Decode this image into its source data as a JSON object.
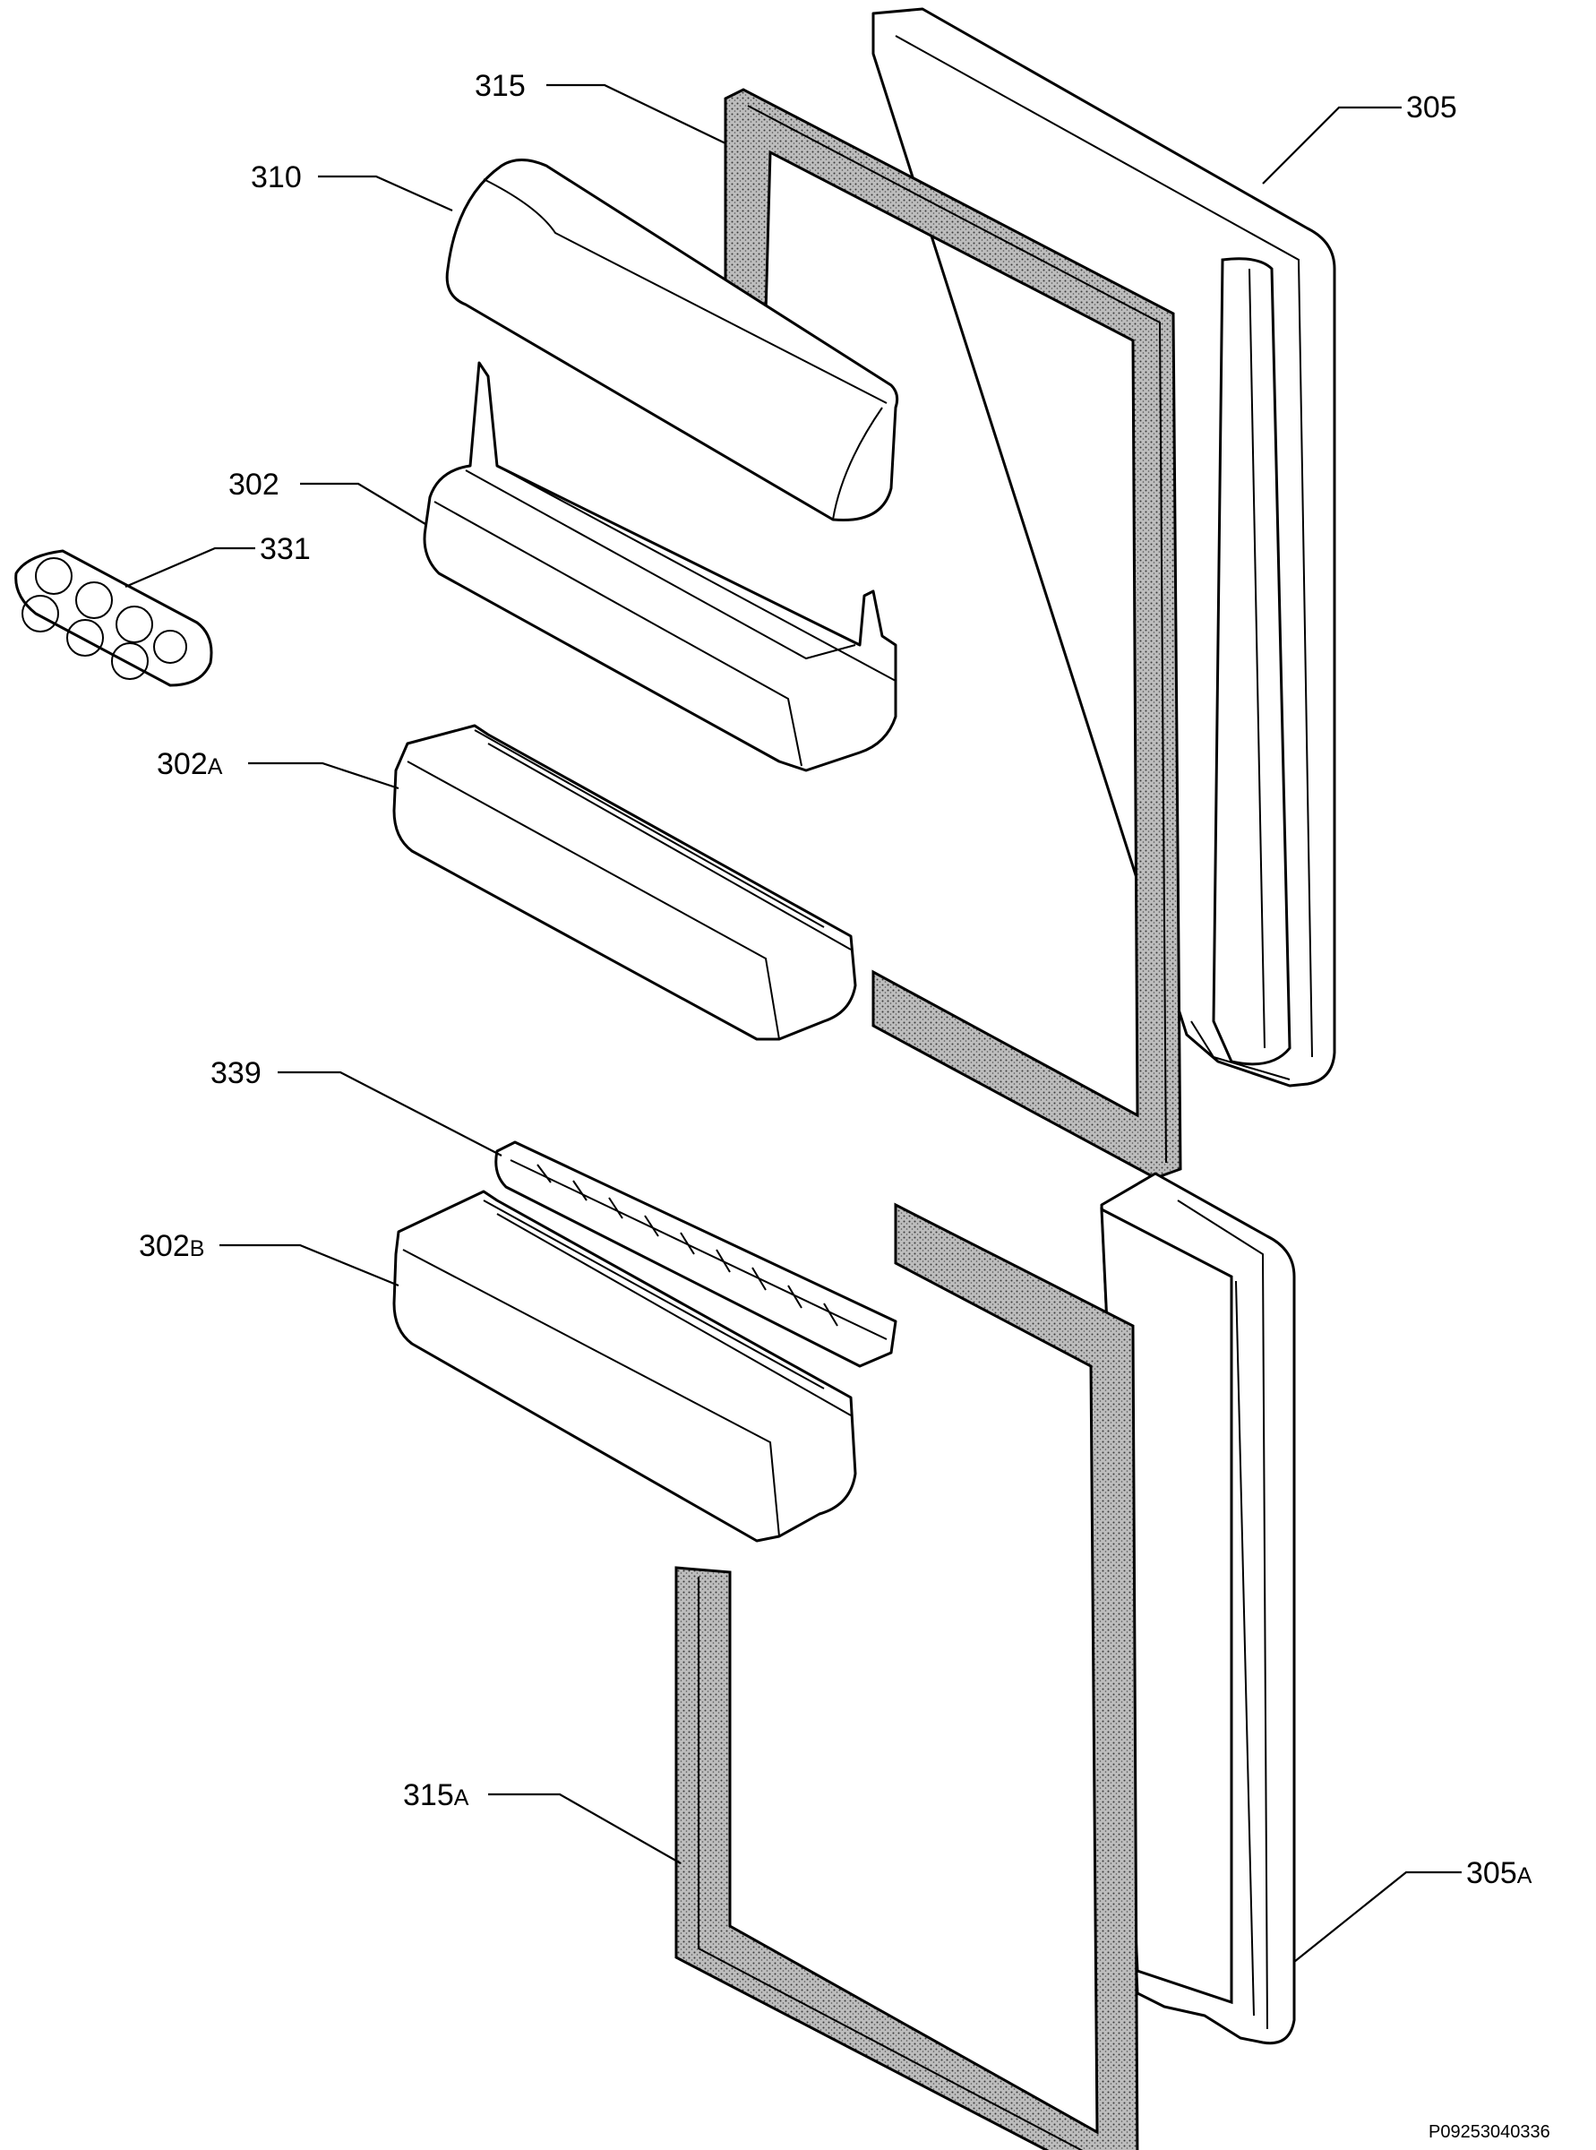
{
  "labels": [
    {
      "id": "305",
      "base": "305",
      "suffix": ""
    },
    {
      "id": "315",
      "base": "315",
      "suffix": ""
    },
    {
      "id": "310",
      "base": "310",
      "suffix": ""
    },
    {
      "id": "302",
      "base": "302",
      "suffix": ""
    },
    {
      "id": "331",
      "base": "331",
      "suffix": ""
    },
    {
      "id": "302A",
      "base": "302",
      "suffix": "A"
    },
    {
      "id": "339",
      "base": "339",
      "suffix": ""
    },
    {
      "id": "302B",
      "base": "302",
      "suffix": "B"
    },
    {
      "id": "315A",
      "base": "315",
      "suffix": "A"
    },
    {
      "id": "305A",
      "base": "305",
      "suffix": "A"
    }
  ],
  "reference_code": "P09253040336"
}
